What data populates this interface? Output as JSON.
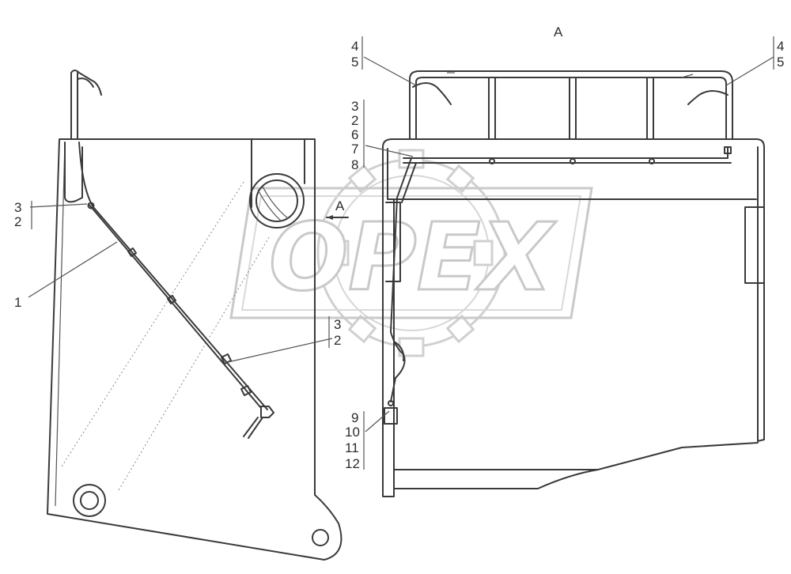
{
  "view_label": "A",
  "section_label": "A",
  "watermark": "OPEX",
  "callouts": {
    "left_top": [
      "3",
      "2"
    ],
    "left_part": "1",
    "middle": [
      "3",
      "2"
    ],
    "top_left_stack": [
      "4",
      "5"
    ],
    "top_right_stack": [
      "4",
      "5"
    ],
    "center_stack": [
      "3",
      "2",
      "6",
      "7",
      "8"
    ],
    "bottom_stack": [
      "9",
      "10",
      "11",
      "12"
    ]
  },
  "colors": {
    "line": "#3a3a3a",
    "watermark": "#c9c9c9"
  }
}
